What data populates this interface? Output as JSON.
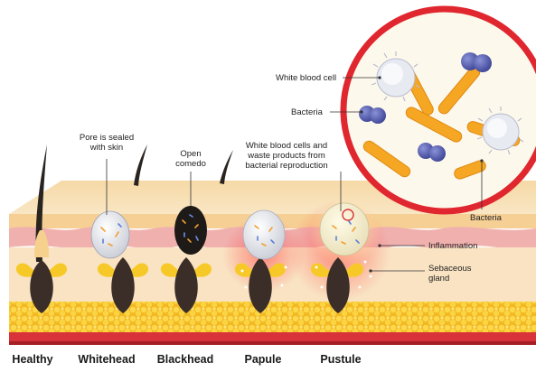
{
  "colors": {
    "skin_top": "#f8dfb0",
    "skin_side": "#f4c98e",
    "dermis_pink": "#f2b6b4",
    "fat_yellow": "#f6c430",
    "muscle_red": "#d8323a",
    "circle_border": "#e0262e",
    "bacteria_orange": "#f5a623",
    "blood_cell_blue": "#5a63b8",
    "hair_dark": "#2a2420"
  },
  "labels": {
    "pore_sealed": [
      "Pore is sealed",
      "with skin"
    ],
    "open_comedo": [
      "Open",
      "comedo"
    ],
    "wbc_waste": [
      "White blood cells and",
      "waste products from",
      "bacterial reproduction"
    ],
    "white_blood_cell": "White blood cell",
    "bacteria_left": "Bacteria",
    "bacteria_bottom": "Bacteria",
    "inflammation": "Inflammation",
    "sebaceous_gland": [
      "Sebaceous",
      "gland"
    ]
  },
  "stages": [
    "Healthy",
    "Whitehead",
    "Blackhead",
    "Papule",
    "Pustule"
  ]
}
